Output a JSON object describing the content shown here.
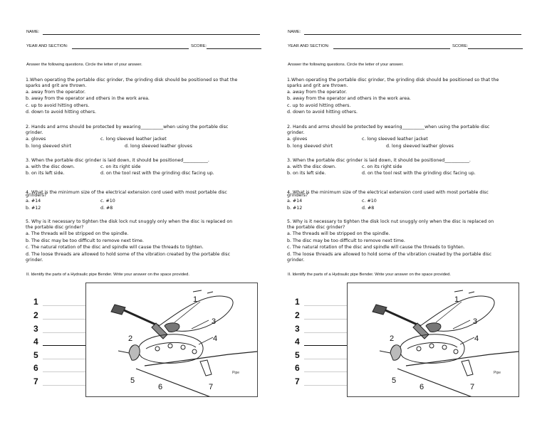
{
  "worksheet": {
    "name_label": "NAME:",
    "year_label": "YEAR AND SECTION:",
    "score_label": "SCORE:",
    "instructions": "Answer the following questions. Circle the  letter of your answer.",
    "questions": [
      {
        "stem": [
          "1.When operating the portable disc grinder, the grinding disk should be positioned so that the",
          "sparks and grit are thrown."
        ],
        "choices": [
          "a. away from the operator.",
          "b. away from the operator and others in the work area.",
          "c. up to avoid hitting others.",
          "d. down to avoid hitting others."
        ]
      },
      {
        "stem": [
          "2. Hands and arms should be protected by wearing__________when using the portable disc",
          "grinder."
        ],
        "choices": [
          "a. gloves",
          "c. long sleeved leather jacket",
          "b. long sleeved shirt",
          "d. long sleeved leather gloves"
        ]
      },
      {
        "stem": [
          "3. When the portable disc grinder is laid down, it should be positioned___________."
        ],
        "choices": [
          "a. with the disc down.",
          "c. on its right side",
          "b. on its left side.",
          "d. on the tool rest with the grinding disc facing up."
        ]
      },
      {
        "stem": [
          "4. What is the minimum size of the electrical extension cord used with most portable disc",
          "grinders?"
        ],
        "choices": [
          "a. #14",
          "c. #10",
          "b. #12",
          "d. #8"
        ]
      },
      {
        "stem": [
          "5. Why is it necessary to tighten the disk lock nut snuggly only when the disc is replaced on",
          "the portable disc grinder?"
        ],
        "choices": [
          "a. The threads will be stripped on the spindle.",
          "b. The disc may be too difficult to remove next time.",
          "c. The natural rotation of the disc and spindle will cause the threads to tighten.",
          "d. The loose threads are allowed to hold some of the vibration created by the portable disc",
          "grinder."
        ]
      }
    ],
    "part2_instruction": "II. Identify the parts of a Hydraulic pipe Bender. Write your answer on the space provided.",
    "answer_numbers": [
      "1",
      "2",
      "3",
      "4",
      "5",
      "6",
      "7"
    ],
    "figure_labels": [
      "1",
      "2",
      "3",
      "4",
      "5",
      "6",
      "7"
    ],
    "pipe_label": "Pipe"
  },
  "colors": {
    "text": "#111111",
    "line": "#222222",
    "figure_border": "#444444"
  }
}
